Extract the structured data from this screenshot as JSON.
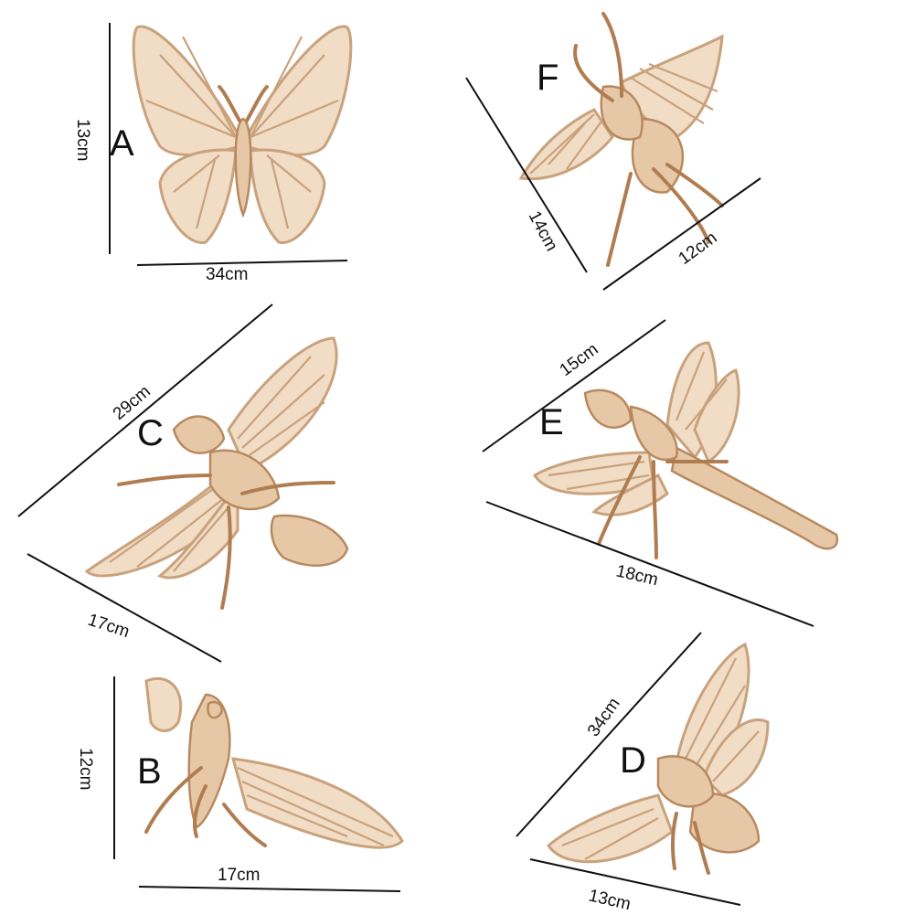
{
  "items": [
    {
      "letter": "A",
      "dims": [
        "13cm",
        "34cm"
      ]
    },
    {
      "letter": "F",
      "dims": [
        "14cm",
        "12cm"
      ]
    },
    {
      "letter": "C",
      "dims": [
        "29cm",
        "17cm"
      ]
    },
    {
      "letter": "E",
      "dims": [
        "15cm",
        "18cm"
      ]
    },
    {
      "letter": "B",
      "dims": [
        "12cm",
        "17cm"
      ]
    },
    {
      "letter": "D",
      "dims": [
        "34cm",
        "13cm"
      ]
    }
  ],
  "colors": {
    "wood": "#f1dcc6",
    "wood_edge": "#c9a27c",
    "text": "#111111"
  }
}
